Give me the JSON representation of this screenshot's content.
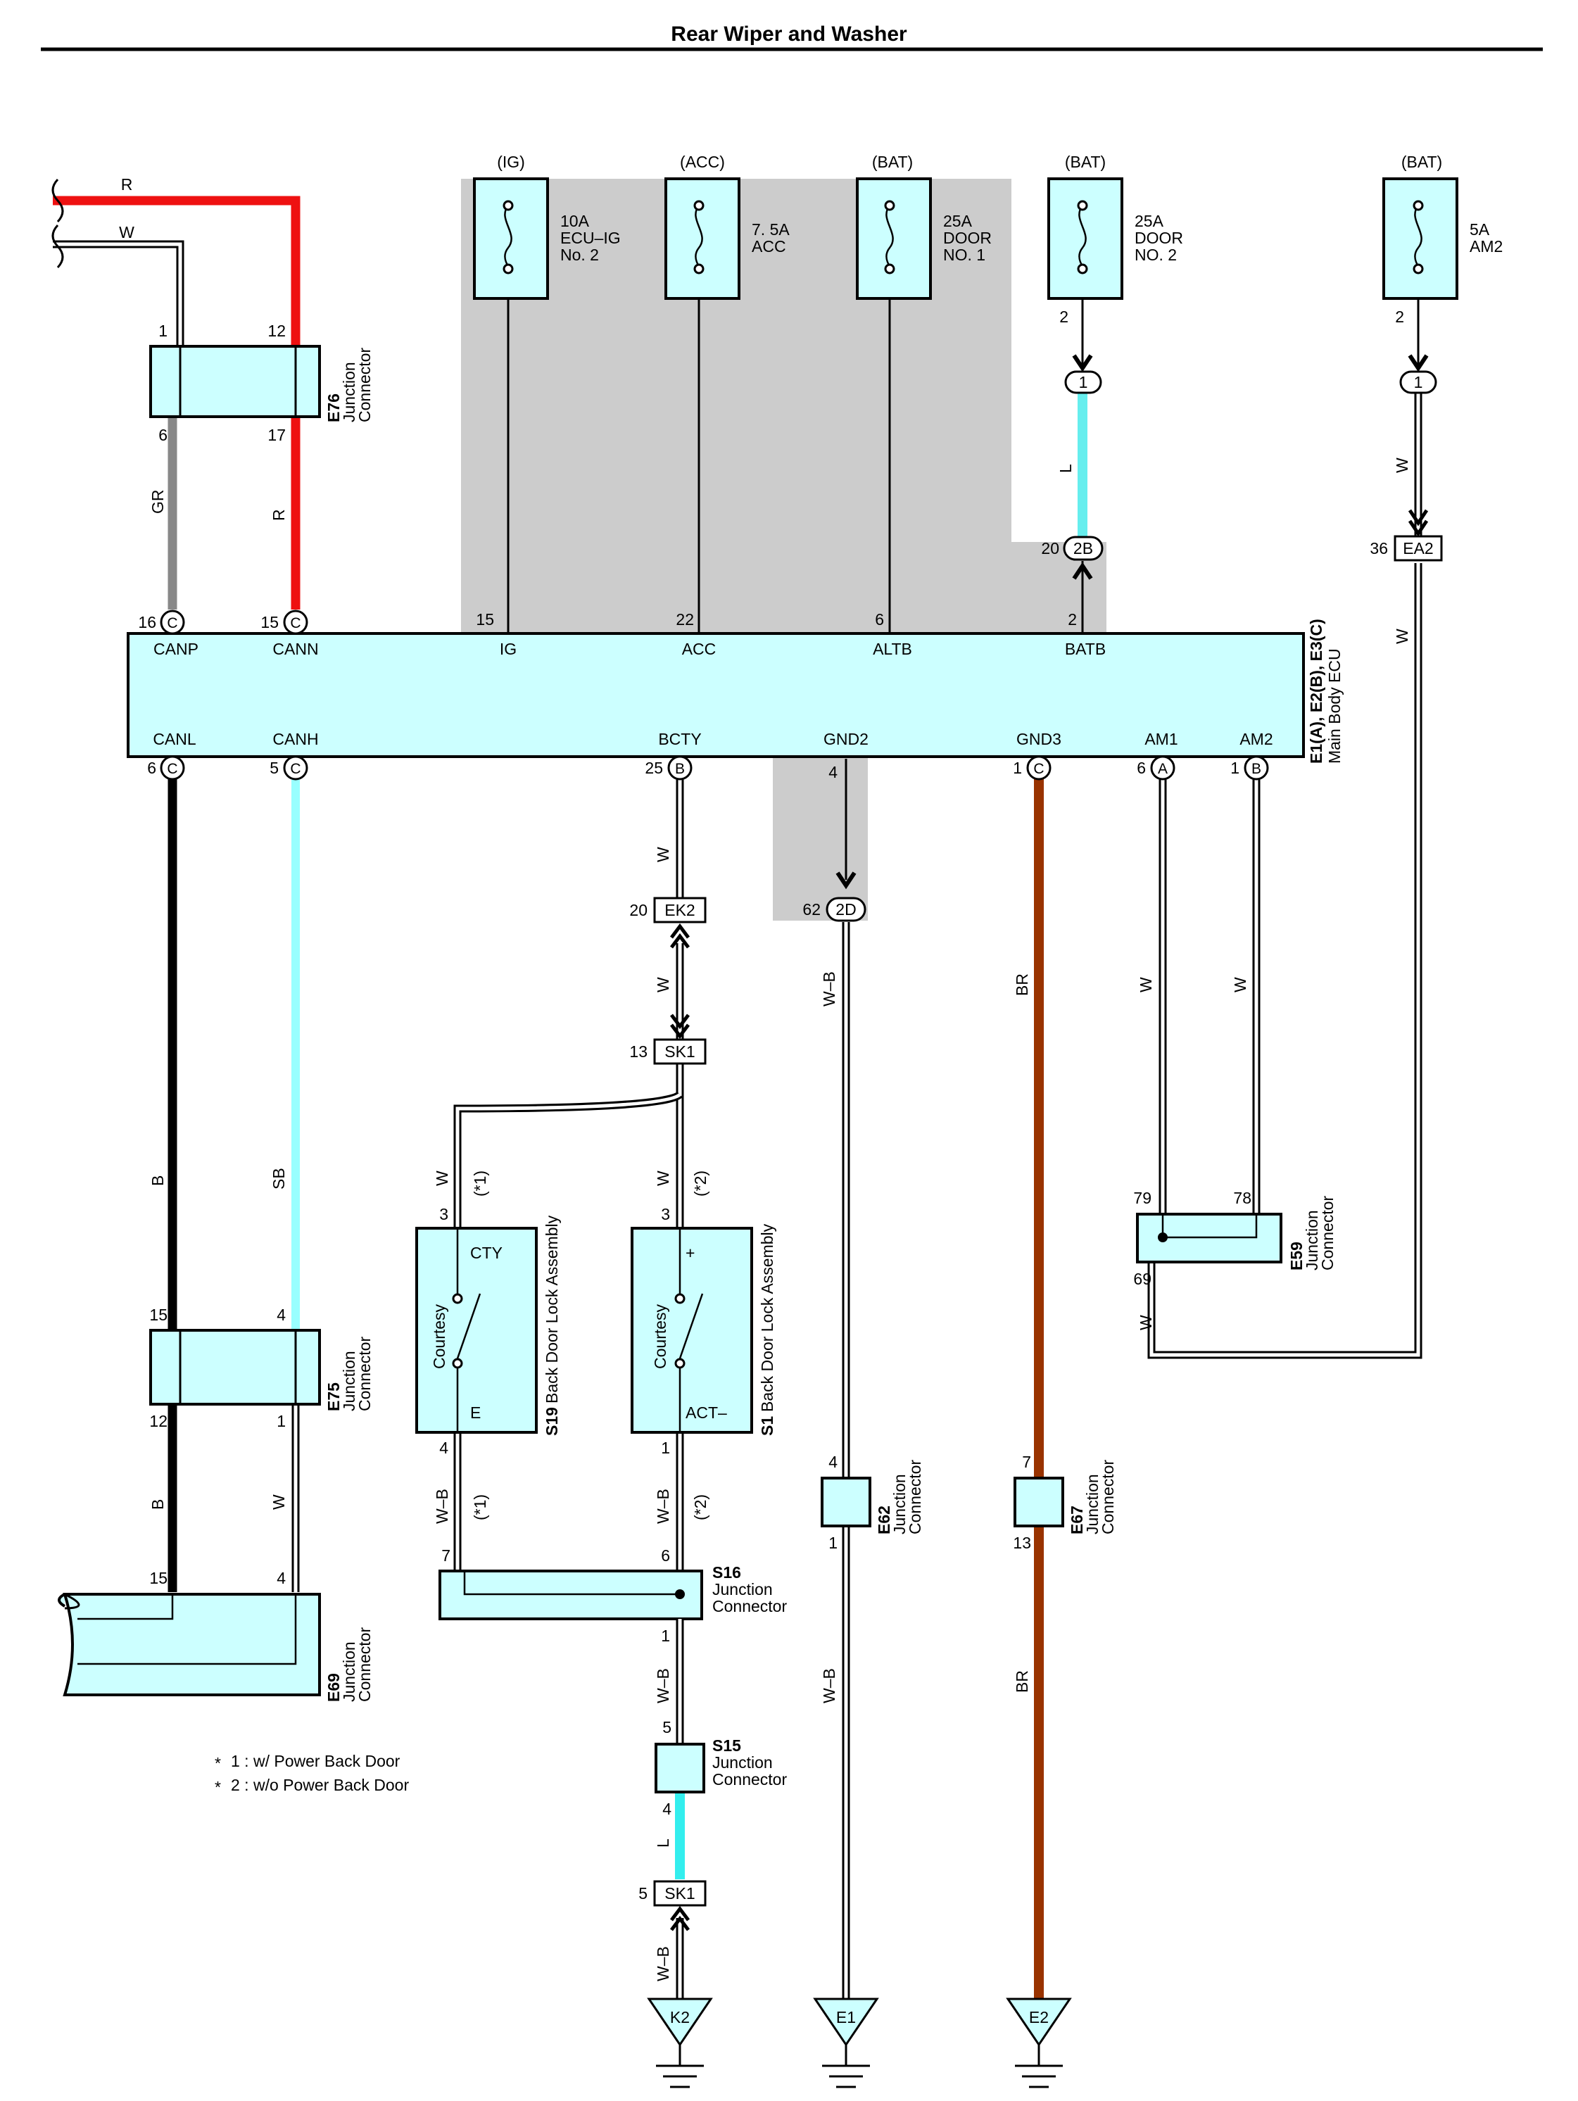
{
  "title": "Rear Wiper and Washer",
  "colors": {
    "red": "#ee1111",
    "gray_wire": "#888888",
    "light_blue": "#66eeee",
    "brown": "#993300",
    "black": "#000000",
    "box_fill": "#ccffff",
    "shade": "#cccccc"
  },
  "fuses": [
    {
      "source": "(IG)",
      "rating": "10A",
      "name1": "ECU–IG",
      "name2": "No. 2",
      "pin": ""
    },
    {
      "source": "(ACC)",
      "rating": "7. 5A",
      "name1": "ACC",
      "name2": "",
      "pin": ""
    },
    {
      "source": "(BAT)",
      "rating": "25A",
      "name1": "DOOR",
      "name2": "NO. 1",
      "pin": ""
    },
    {
      "source": "(BAT)",
      "rating": "25A",
      "name1": "DOOR",
      "name2": "NO. 2",
      "pin": "2"
    },
    {
      "source": "(BAT)",
      "rating": "5A",
      "name1": "AM2",
      "name2": "",
      "pin": "2"
    }
  ],
  "ecu": {
    "code": "E1(A), E2(B), E3(C)",
    "name": "Main Body ECU",
    "top_terminals": [
      {
        "pin": "16",
        "conn": "C",
        "label": "CANP"
      },
      {
        "pin": "15",
        "conn": "C",
        "label": "CANN"
      },
      {
        "pin": "15",
        "conn": "",
        "label": "IG"
      },
      {
        "pin": "22",
        "conn": "",
        "label": "ACC"
      },
      {
        "pin": "6",
        "conn": "",
        "label": "ALTB"
      },
      {
        "pin": "2",
        "conn": "",
        "label": "BATB"
      }
    ],
    "bottom_terminals": [
      {
        "pin": "6",
        "conn": "C",
        "label": "CANL"
      },
      {
        "pin": "5",
        "conn": "C",
        "label": "CANH"
      },
      {
        "pin": "25",
        "conn": "B",
        "label": "BCTY"
      },
      {
        "pin": "4",
        "conn": "",
        "label": "GND2"
      },
      {
        "pin": "1",
        "conn": "C",
        "label": "GND3"
      },
      {
        "pin": "6",
        "conn": "A",
        "label": "AM1"
      },
      {
        "pin": "1",
        "conn": "B",
        "label": "AM2"
      }
    ]
  },
  "connectors": {
    "E76": {
      "code": "E76",
      "line1": "Junction",
      "line2": "Connector",
      "pins": [
        "1",
        "12",
        "6",
        "17"
      ]
    },
    "E75": {
      "code": "E75",
      "line1": "Junction",
      "line2": "Connector",
      "pins": [
        "15",
        "4",
        "12",
        "1"
      ]
    },
    "E69": {
      "code": "E69",
      "line1": "Junction",
      "line2": "Connector",
      "pins": [
        "15",
        "4"
      ]
    },
    "E59": {
      "code": "E59",
      "line1": "Junction",
      "line2": "Connector",
      "pins": [
        "79",
        "78",
        "69"
      ]
    },
    "E62": {
      "code": "E62",
      "line1": "Junction",
      "line2": "Connector",
      "pins": [
        "4",
        "1"
      ]
    },
    "E67": {
      "code": "E67",
      "line1": "Junction",
      "line2": "Connector",
      "pins": [
        "7",
        "13"
      ]
    },
    "S16": {
      "code": "S16",
      "line1": "Junction",
      "line2": "Connector",
      "pins": [
        "7",
        "6",
        "1"
      ]
    },
    "S15": {
      "code": "S15",
      "line1": "Junction",
      "line2": "Connector",
      "pins": [
        "5",
        "4"
      ]
    },
    "S19": {
      "code": "S19",
      "line1": "Back Door Lock Assembly",
      "switch": "Courtesy",
      "top": "CTY",
      "bottom": "E",
      "pins": [
        "3",
        "4"
      ]
    },
    "S1": {
      "code": "S1",
      "line1": "Back Door Lock Assembly",
      "switch": "Courtesy",
      "top": "+",
      "bottom": "ACT–",
      "pins": [
        "3",
        "1"
      ]
    }
  },
  "inline": [
    {
      "pin": "1",
      "label": "1"
    },
    {
      "pin": "1",
      "label": "1"
    },
    {
      "pin": "20",
      "label": "2B"
    },
    {
      "pin": "36",
      "label": "EA2"
    },
    {
      "pin": "20",
      "label": "EK2"
    },
    {
      "pin": "13",
      "label": "SK1"
    },
    {
      "pin": "62",
      "label": "2D"
    },
    {
      "pin": "5",
      "label": "SK1"
    }
  ],
  "wire_colors": {
    "r": "R",
    "w": "W",
    "gr": "GR",
    "l": "L",
    "b": "B",
    "sb": "SB",
    "wb": "W–B",
    "br": "BR"
  },
  "variant_marks": {
    "v1": "(*1)",
    "v2": "(*2)"
  },
  "grounds": [
    "K2",
    "E1",
    "E2"
  ],
  "notes": [
    {
      "mark": "*",
      "text": "1 : w/ Power Back Door"
    },
    {
      "mark": "*",
      "text": "2 : w/o Power Back Door"
    }
  ]
}
